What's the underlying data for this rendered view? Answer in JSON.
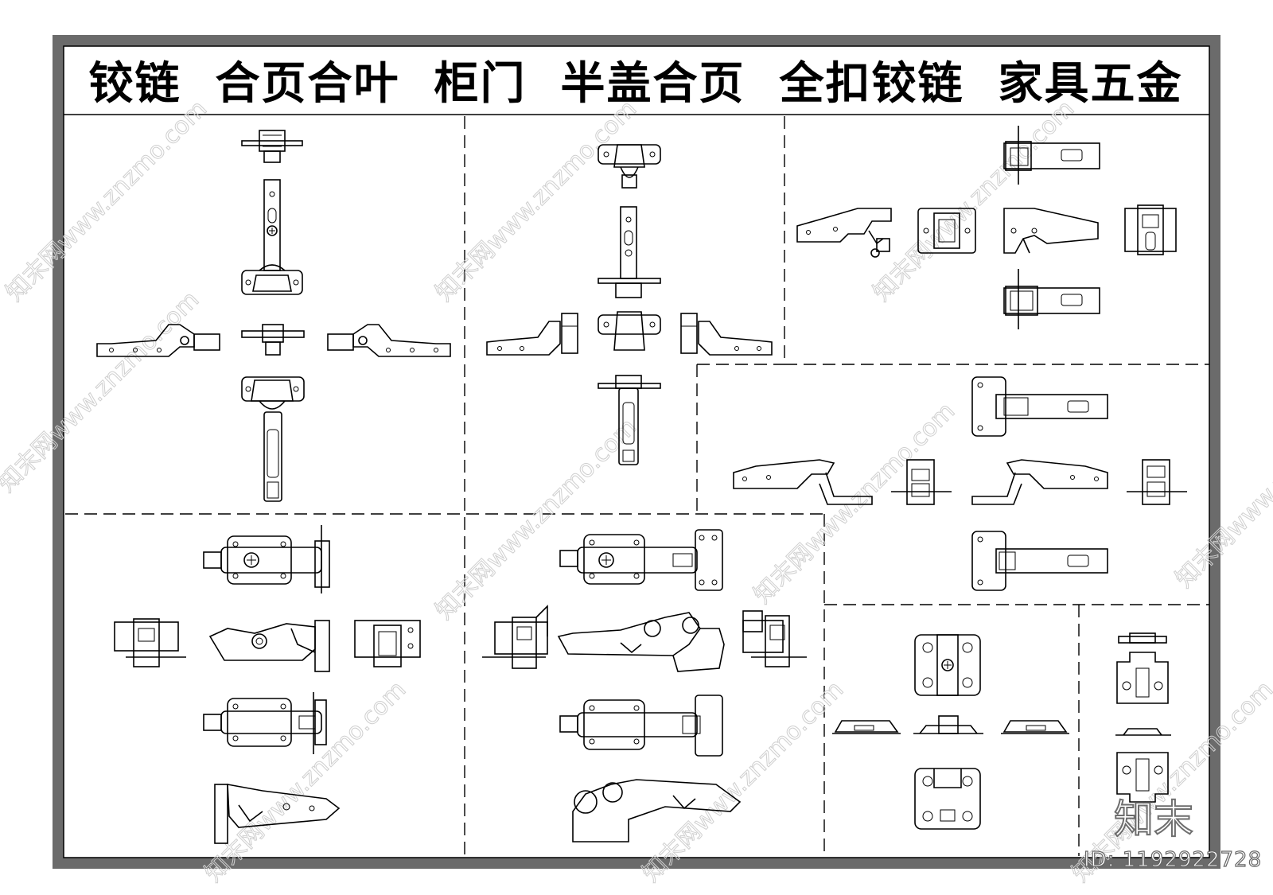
{
  "title": "铰链  合页合叶  柜门  半盖合页  全扣铰链  家具五金",
  "watermark": "知末网www.znzmo.com",
  "logo": "知末",
  "id_label": "ID: 1192922728",
  "colors": {
    "line": "#000000",
    "frame": "#555555",
    "background": "#ffffff",
    "watermark": "#cfcfcf"
  }
}
